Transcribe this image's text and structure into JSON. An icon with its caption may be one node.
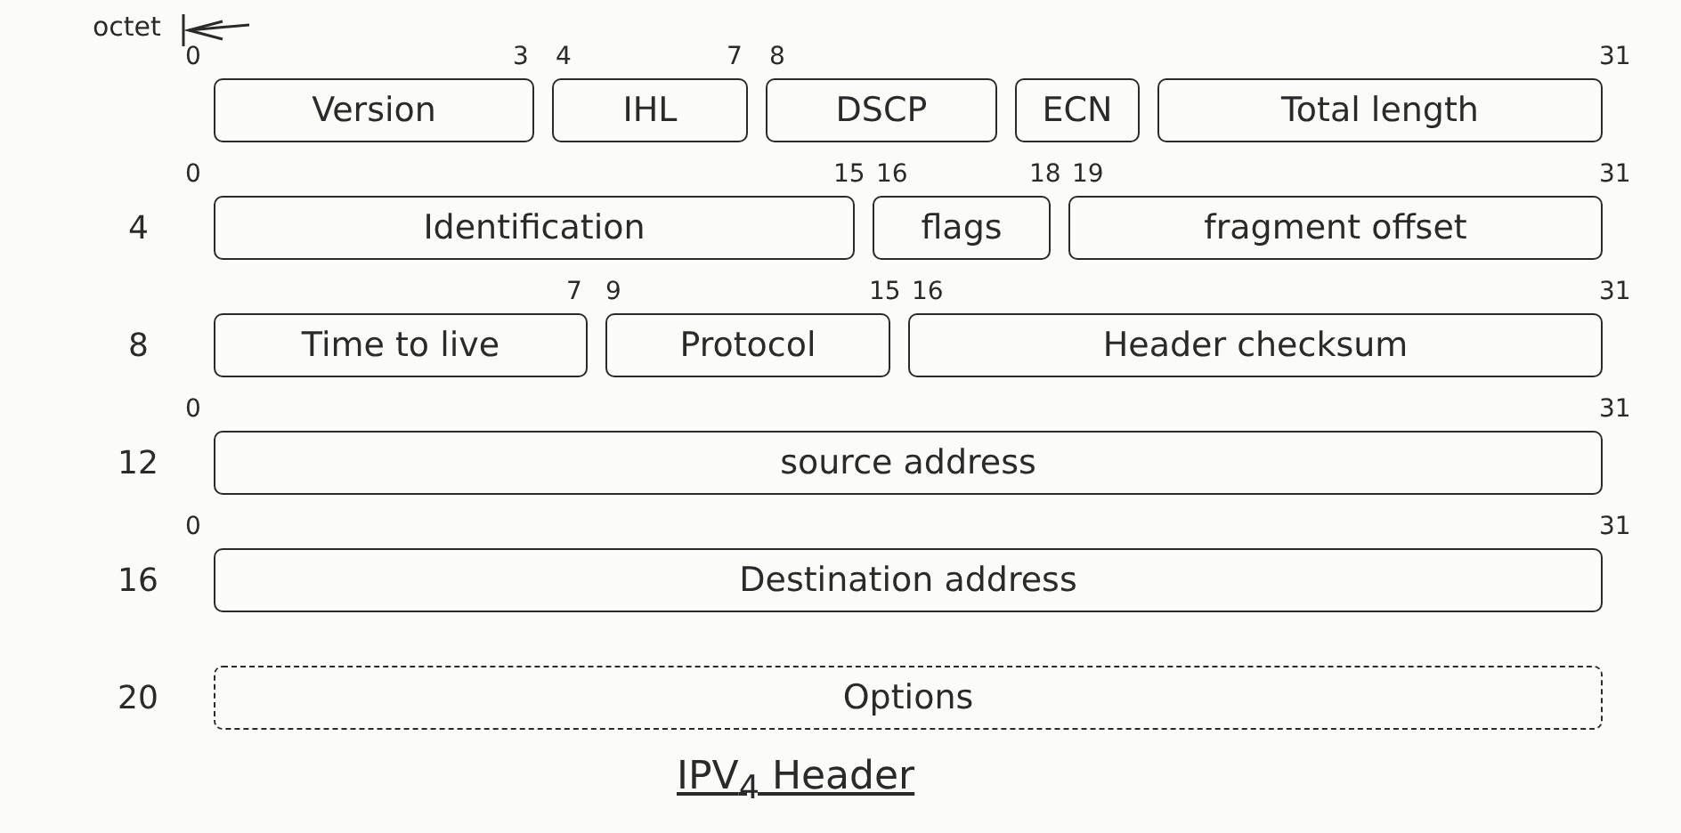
{
  "diagram": {
    "caption": "IPV$_{4}$ Header",
    "nodes": [
      {
        "text": [
          "Version"
        ]
      },
      {
        "text": [
          "IHL"
        ]
      },
      {
        "text": [
          "DSCP"
        ]
      },
      {
        "text": [
          "ECN"
        ]
      },
      {
        "text": [
          "Total length"
        ]
      },
      {
        "text": [
          "Identification"
        ]
      },
      {
        "text": [
          "flags"
        ]
      },
      {
        "text": [
          "fragment offset"
        ]
      },
      {
        "text": [
          "Time to live"
        ]
      },
      {
        "text": [
          "Protocol"
        ]
      },
      {
        "text": [
          "Header checksum"
        ]
      },
      {
        "text": [
          "source address"
        ]
      },
      {
        "text": [
          "Destination address"
        ]
      },
      {
        "text": [
          "Options"
        ]
      }
    ],
    "labels": [
      "octet",
      "0",
      "3",
      "4",
      "7",
      "8",
      "31",
      "0",
      "15",
      "16",
      "18",
      "19",
      "31",
      "4",
      "7",
      "9",
      "15",
      "16",
      "31",
      "8",
      "0",
      "31",
      "12",
      "0",
      "31",
      "16",
      "20"
    ]
  }
}
